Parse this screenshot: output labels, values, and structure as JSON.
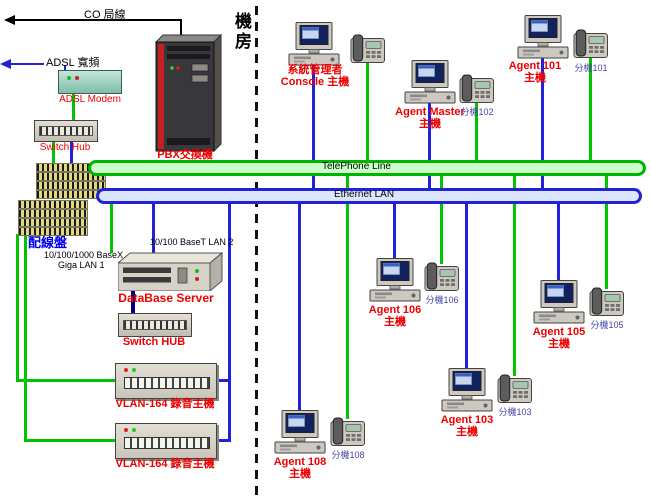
{
  "diagram": {
    "machine_room": "機房",
    "co_line": "CO 局線",
    "adsl": "ADSL 寬頻",
    "adsl_modem": "ADSL Modem",
    "switch_hub_top": "Switch Hub",
    "pbx": "PBX交換機",
    "patch_panel": "配線盤",
    "telephone_bus": "TelePhone Line",
    "ethernet_bus": "Ethernet LAN",
    "lan2": "10/100 BaseT LAN 2",
    "giga_line1": "10/100/1000 BaseX",
    "giga_line2": "Giga LAN 1",
    "database_server": "DataBase Server",
    "switch_hub": "Switch HUB",
    "vlan_recorder_1": "VLAN-164 錄音主機",
    "vlan_recorder_2": "VLAN-164 錄音主機"
  },
  "workstations": {
    "console": {
      "line1": "系統管理者",
      "line2": "Console 主機"
    },
    "agent101": {
      "line1": "Agent 101",
      "line2": "主機",
      "ext": "分機101"
    },
    "agent_master": {
      "line1": "Agent Master",
      "line2": "主機",
      "ext": "分機102"
    },
    "agent106": {
      "line1": "Agent 106",
      "line2": "主機",
      "ext": "分機106"
    },
    "agent105": {
      "line1": "Agent 105",
      "line2": "主機",
      "ext": "分機105"
    },
    "agent103": {
      "line1": "Agent 103",
      "line2": "主機",
      "ext": "分機103"
    },
    "agent108": {
      "line1": "Agent 108",
      "line2": "主機",
      "ext": "分機108"
    }
  },
  "colors": {
    "telephone_line": "#00c400",
    "ethernet_line": "#2121d8",
    "label_red": "#ee0000",
    "patch_label_blue": "#0000ee"
  }
}
